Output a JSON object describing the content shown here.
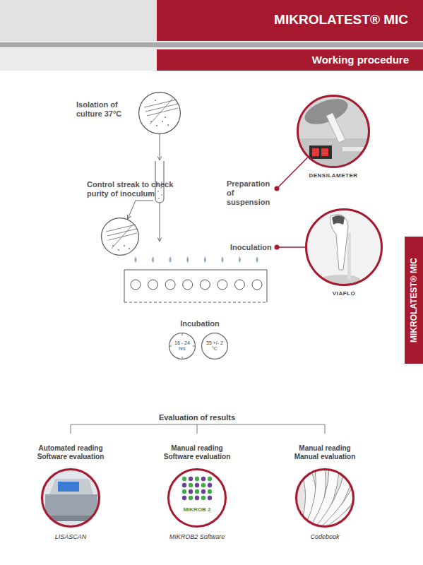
{
  "diagram": {
    "title": "MIKROLATEST® MIC",
    "nodes": [
      {
        "text": [
          "Working procedure"
        ]
      },
      {
        "text": [
          "MIKROLATEST® MIC"
        ]
      },
      {
        "text": [
          "Isolation of culture 37°C"
        ]
      },
      {
        "text": [
          "Preparation of suspension"
        ]
      },
      {
        "text": [
          "DENSILAMETER"
        ]
      },
      {
        "text": [
          "Control streak to check purity of inoculum"
        ]
      },
      {
        "text": [
          "Inoculation"
        ]
      },
      {
        "text": [
          "VIAFLO"
        ]
      },
      {
        "text": [
          "16 - 24 hrs"
        ]
      },
      {
        "text": [
          "35 +/- 2 °C"
        ]
      },
      {
        "text": [
          "Automated reading Software evaluation",
          "LISASCAN"
        ]
      },
      {
        "text": [
          "Manual reading Software evaluation",
          "MIKROB 2",
          "MIKROB2 Software"
        ]
      },
      {
        "text": [
          "Manual reading Manual evaluation",
          "Codebook"
        ]
      }
    ],
    "edges": [
      {
        "from": 2,
        "to": 3,
        "arrow": "to"
      },
      {
        "from": 3,
        "to": 4,
        "arrow": "none"
      },
      {
        "from": 3,
        "to": 5,
        "arrow": "to"
      },
      {
        "from": 3,
        "to": 6,
        "arrow": "to"
      },
      {
        "from": 6,
        "to": 7,
        "arrow": "none"
      }
    ],
    "labels": [
      "Incubation",
      "Evaluation of results"
    ]
  }
}
